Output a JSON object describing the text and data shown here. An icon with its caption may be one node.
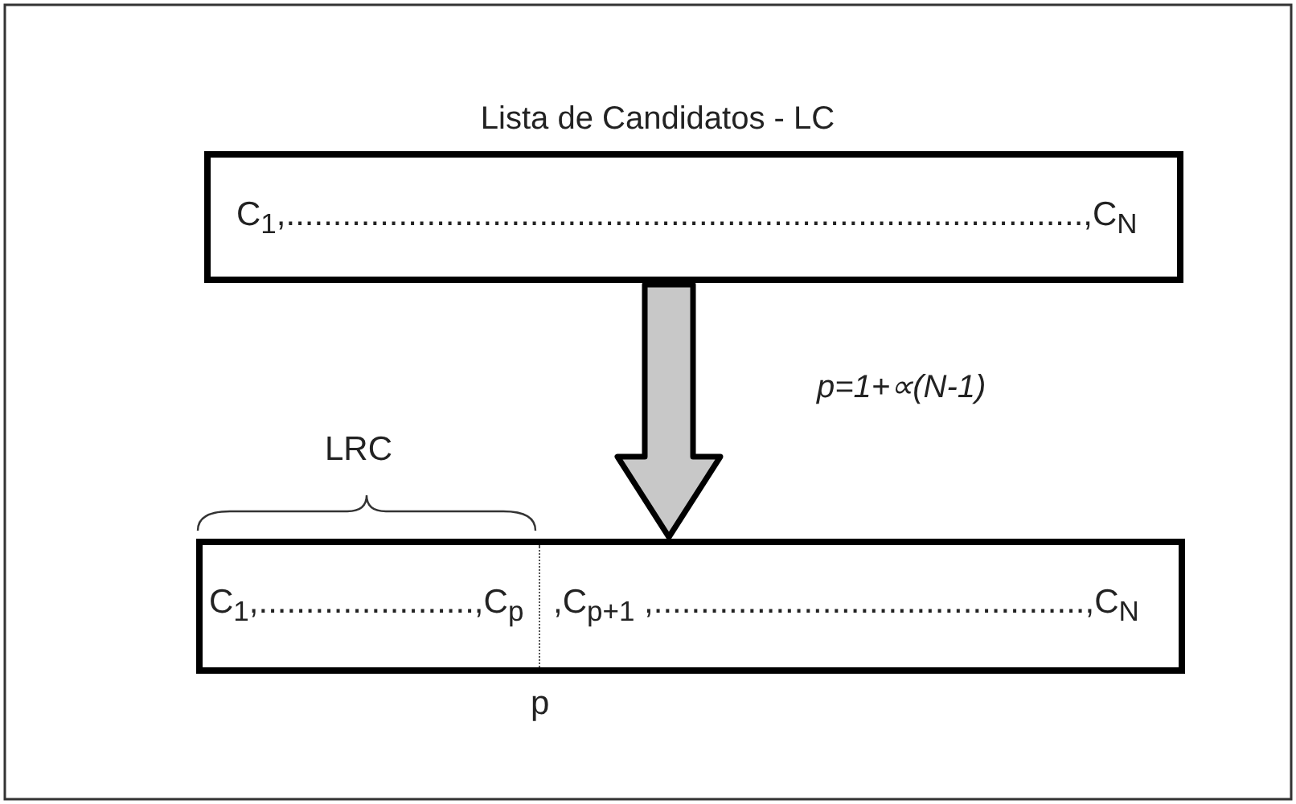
{
  "diagram": {
    "nodes": [
      {
        "text": [
          "Lista de Candidatos - LC",
          "C$_{1}$,.....................................................................................,C$_{N}$"
        ]
      },
      {
        "text": [
          "C$_{1}$,.......................,C$_{p}$",
          ",C$_{p+1}$ ,..............................................,C$_{N}$"
        ]
      }
    ],
    "edges": [
      {
        "from": 0,
        "to": 1,
        "arrow": "to",
        "label": "*p=1+∝(N-1)*"
      }
    ],
    "labels": [
      "LRC",
      "p"
    ]
  }
}
